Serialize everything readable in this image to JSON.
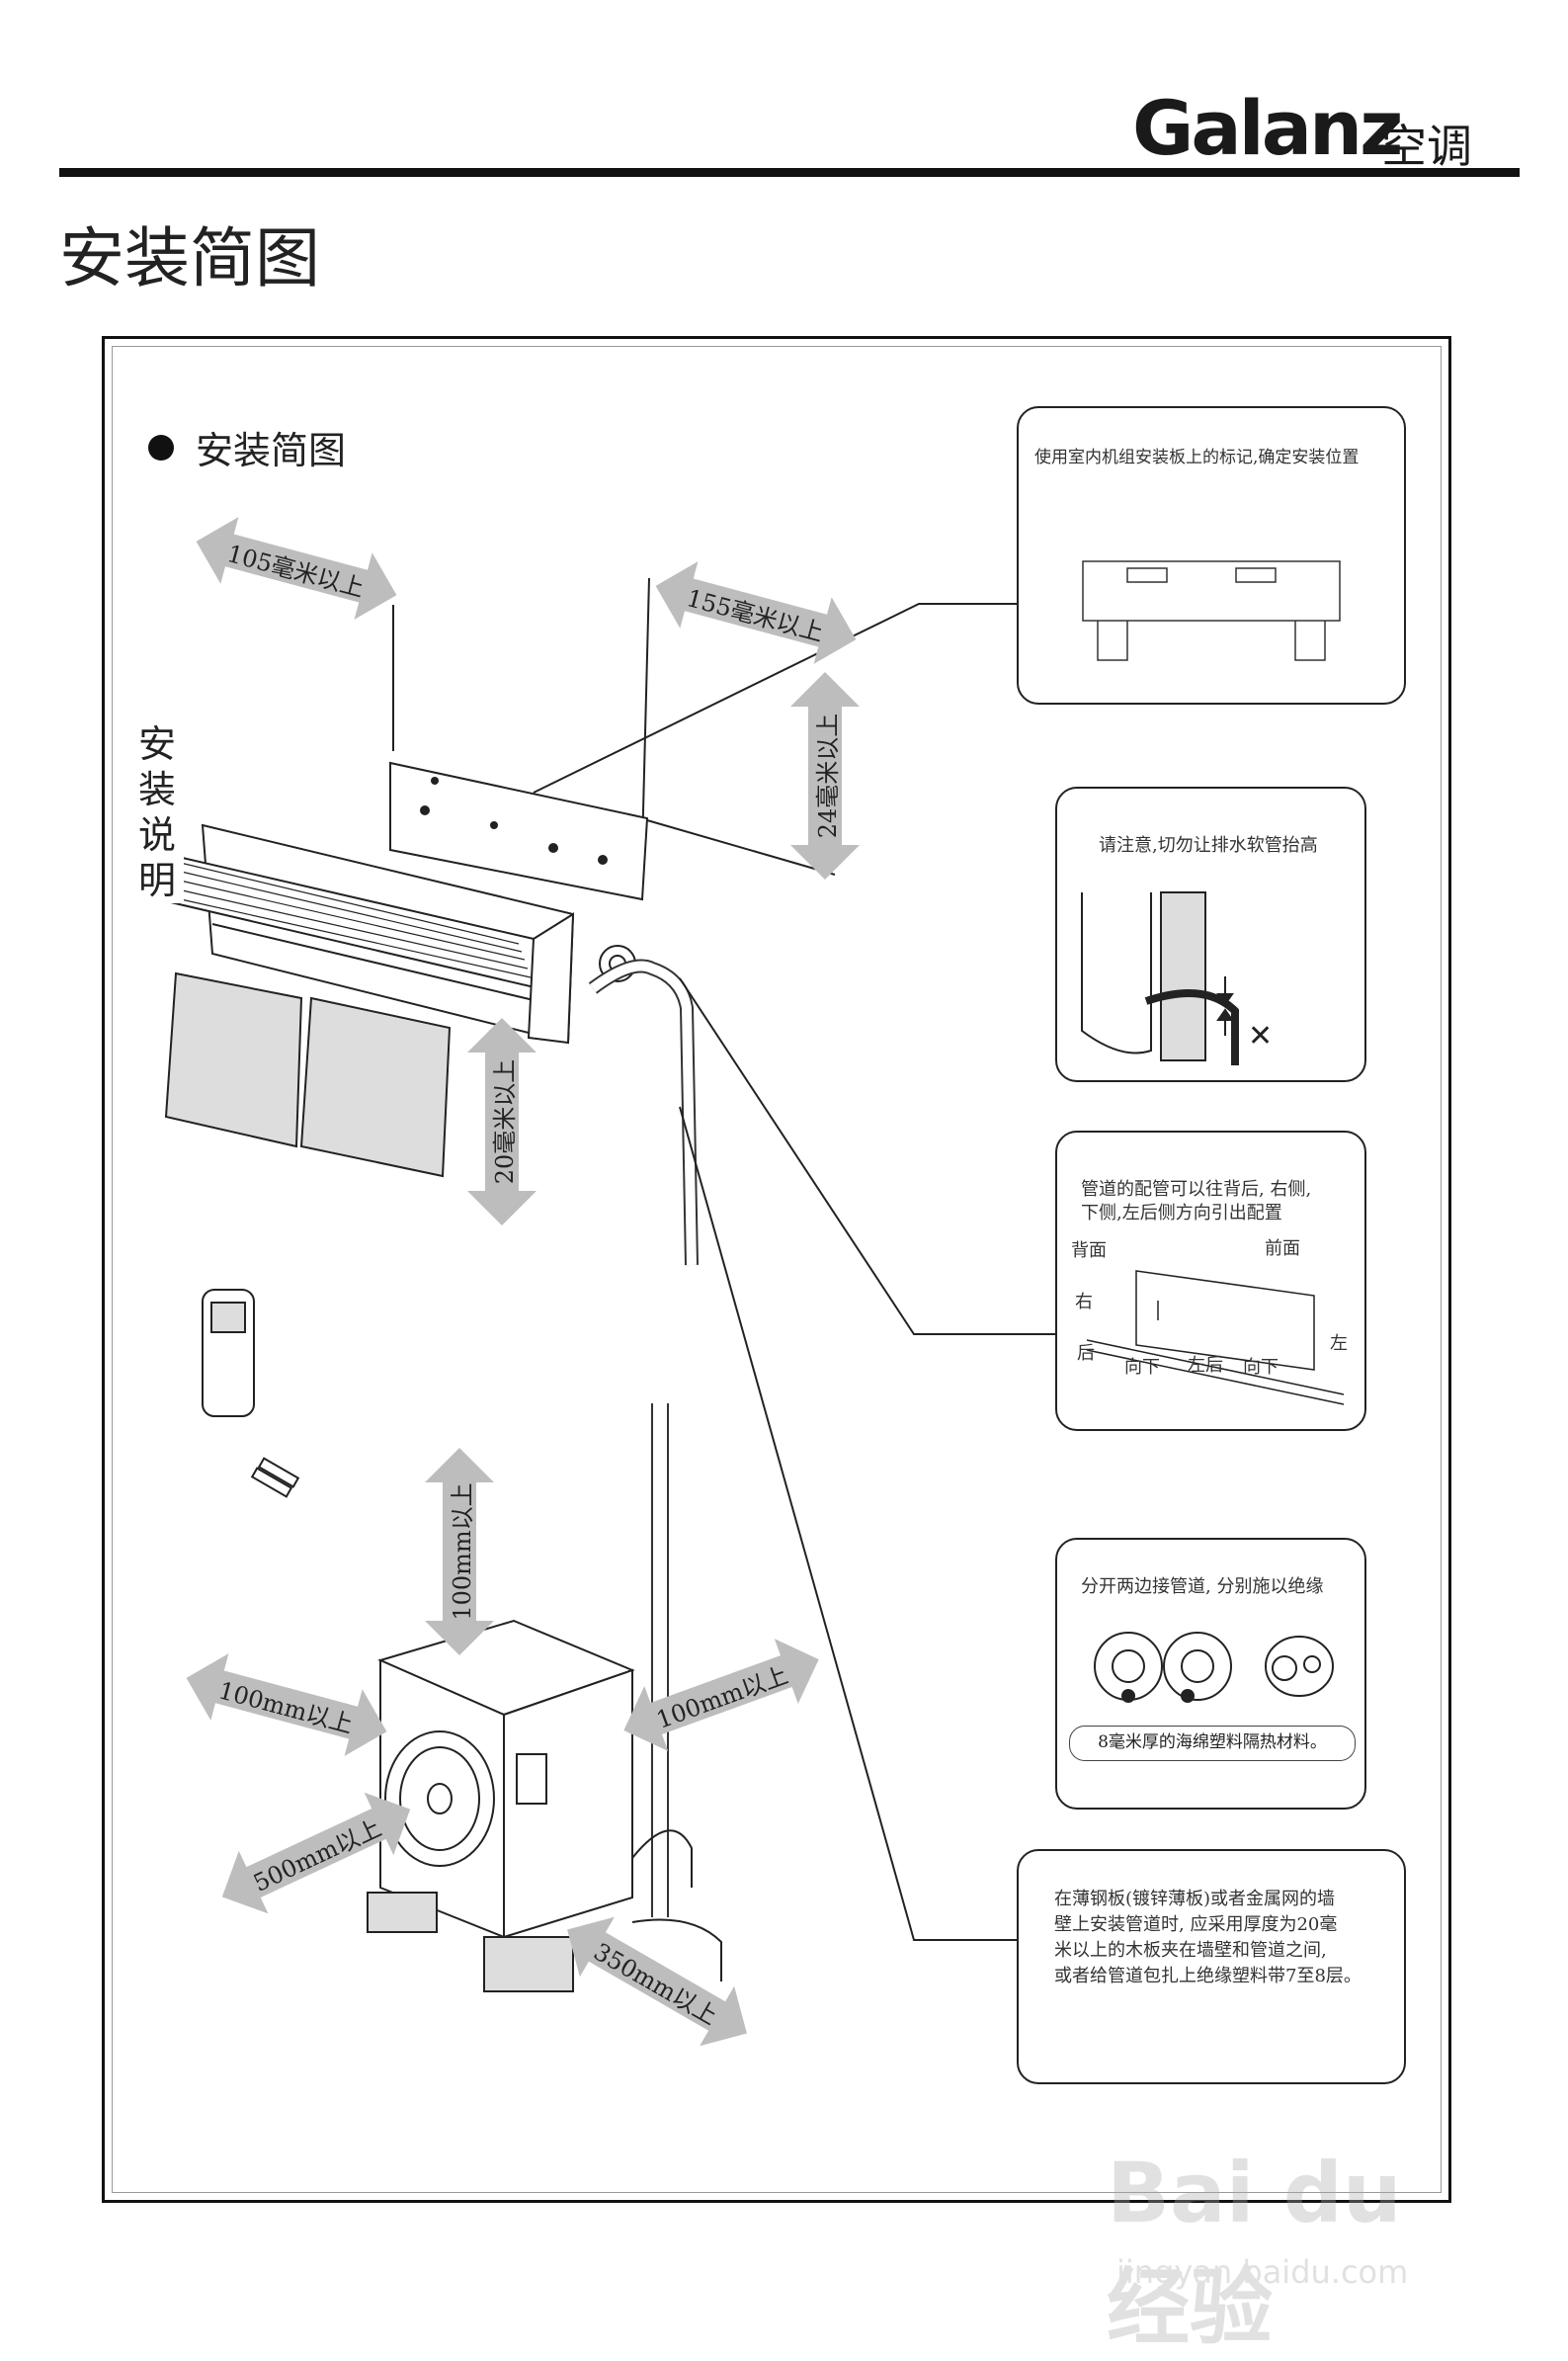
{
  "header": {
    "brand": "Galanz",
    "brand_sub": "空调",
    "page_title": "安装简图"
  },
  "section": {
    "heading": "安装简图",
    "side_label": "安装说明"
  },
  "dimensions": {
    "left_clearance": "105毫米以上",
    "right_clearance": "155毫米以上",
    "top_clearance": "24毫米以上",
    "bottom_clearance": "20毫米以上",
    "outdoor_top": "100mm以上",
    "outdoor_left": "100mm以上",
    "outdoor_right": "100mm以上",
    "outdoor_front": "500mm以上",
    "outdoor_back": "350mm以上"
  },
  "callouts": {
    "mounting_plate": "使用室内机组安装板上的标记,确定安装位置",
    "drain_hose": "请注意,切勿让排水软管抬高",
    "piping_directions": {
      "text": [
        "管道的配管可以往背后, 右侧,",
        "下侧,左后侧方向引出配置"
      ],
      "labels": {
        "back": "背面",
        "front": "前面",
        "right": "右",
        "rear": "后",
        "down1": "向下",
        "left_rear": "左后",
        "down2": "向下",
        "left": "左"
      }
    },
    "insulation": {
      "text": "分开两边接管道, 分别施以绝缘",
      "material": "8毫米厚的海绵塑料隔热材料。"
    },
    "metal_wall": [
      "在薄钢板(镀锌薄板)或者金属网的墙",
      "壁上安装管道时, 应采用厚度为20毫",
      "米以上的木板夹在墙壁和管道之间,",
      "或者给管道包扎上绝缘塑料带7至8层。"
    ]
  },
  "watermark": {
    "brand": "Bai du 经验",
    "url": "jingyan.baidu.com"
  },
  "colors": {
    "arrow": "#bdbdbd",
    "ink": "#222222"
  }
}
